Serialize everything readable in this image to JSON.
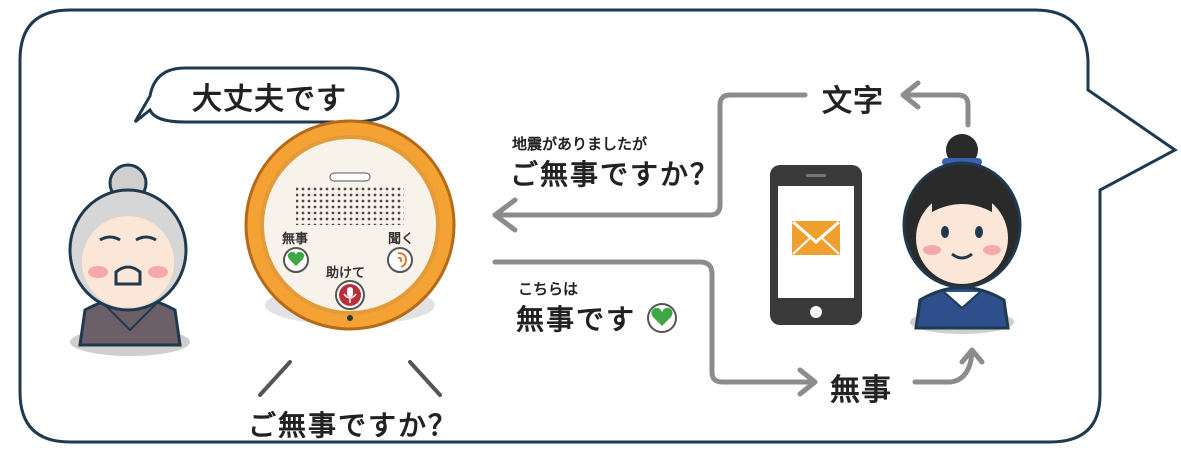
{
  "elder_speech": "大丈夫です",
  "text_label": "文字",
  "question_small": "地震がありましたが",
  "question_big": "ご無事ですか？",
  "reply_small": "こちらは",
  "reply_big": "無事です",
  "safe_label": "無事",
  "device_voice": "ご無事ですか？",
  "device": {
    "brand": "○ ----",
    "safe_button_label": "無事",
    "listen_button_label": "聞く",
    "help_button_label": "助けて"
  },
  "icons": [
    "heart-icon",
    "ear-icon",
    "microphone-icon",
    "mail-icon"
  ],
  "colors": {
    "outline": "#1f3a4f",
    "device_ring": "#f3a233",
    "safe_green": "#3fa845",
    "help_red": "#b9303b",
    "mail_orange": "#f0a030",
    "uniform_blue": "#2e4f8c",
    "phone_body": "#3a3a3a"
  }
}
